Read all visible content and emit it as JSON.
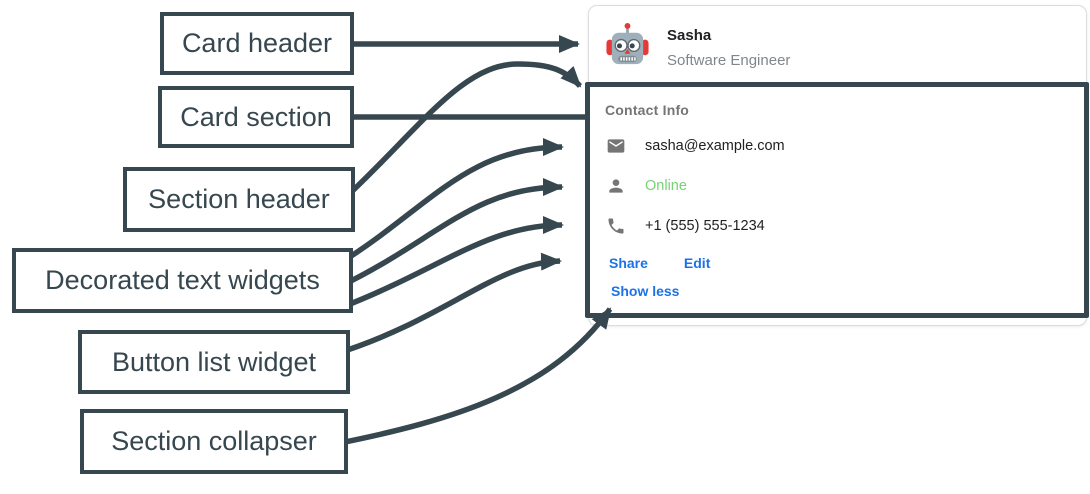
{
  "diagram": {
    "labels": [
      {
        "text": "Card header",
        "points_to": "card header"
      },
      {
        "text": "Card section",
        "points_to": "card section outline"
      },
      {
        "text": "Section header",
        "points_to": "Contact Info"
      },
      {
        "text": "Decorated text widgets",
        "points_to": "email, online and phone rows"
      },
      {
        "text": "Button list widget",
        "points_to": "Share / Edit buttons"
      },
      {
        "text": "Section collapser",
        "points_to": "Show less"
      }
    ],
    "colors": {
      "annotation": "#37474F"
    }
  },
  "card": {
    "header": {
      "avatar": "robot-avatar",
      "title": "Sasha",
      "subtitle": "Software Engineer"
    },
    "section": {
      "header": "Contact Info",
      "widgets": [
        {
          "icon": "email-icon",
          "text": "sasha@example.com",
          "color": "#212124"
        },
        {
          "icon": "person-icon",
          "text": "Online",
          "color": "#76D275"
        },
        {
          "icon": "phone-icon",
          "text": "+1 (555) 555-1234",
          "color": "#212124"
        }
      ],
      "buttons": [
        {
          "label": "Share"
        },
        {
          "label": "Edit"
        }
      ],
      "collapser_label": "Show less"
    },
    "colors": {
      "link": "#1A73E8",
      "online_status": "#76D275",
      "muted_text": "#757575",
      "icon_gray": "#757575",
      "card_border": "#DADCE0"
    }
  }
}
